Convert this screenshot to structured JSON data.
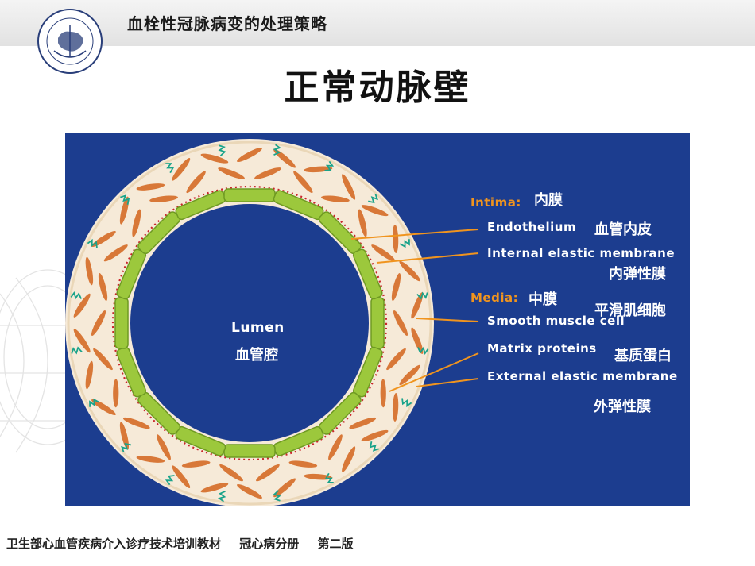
{
  "header": {
    "course_title": "血栓性冠脉病变的处理策略"
  },
  "slide": {
    "title": "正常动脉壁"
  },
  "logo": {
    "icon": "ministry-of-health-seal"
  },
  "figure": {
    "lumen": {
      "en": "Lumen",
      "zh": "血管腔"
    },
    "intima": {
      "heading": "Intima:",
      "zh": "内膜"
    },
    "endothelium": {
      "en": "Endothelium",
      "zh": "血管内皮"
    },
    "internal_elastic": {
      "en": "Internal elastic membrane",
      "zh": "内弹性膜"
    },
    "media": {
      "heading": "Media:",
      "zh": "中膜"
    },
    "smooth_muscle": {
      "en": "Smooth muscle cell",
      "zh": "平滑肌细胞"
    },
    "matrix": {
      "en": "Matrix proteins",
      "zh": "基质蛋白"
    },
    "external_elastic": {
      "en": "External elastic membrane",
      "zh": "外弹性膜"
    },
    "colors": {
      "background": "#1c3d8f",
      "accent": "#f0941e",
      "wall": "#f6ead8",
      "muscle_cell": "#d87838",
      "matrix": "#1aa38a",
      "endothelium": "#9cc83c",
      "elastic": "#c8262a"
    }
  },
  "footer": {
    "textbook": "卫生部心血管疾病介入诊疗技术培训教材",
    "volume": "冠心病分册",
    "edition": "第二版"
  }
}
